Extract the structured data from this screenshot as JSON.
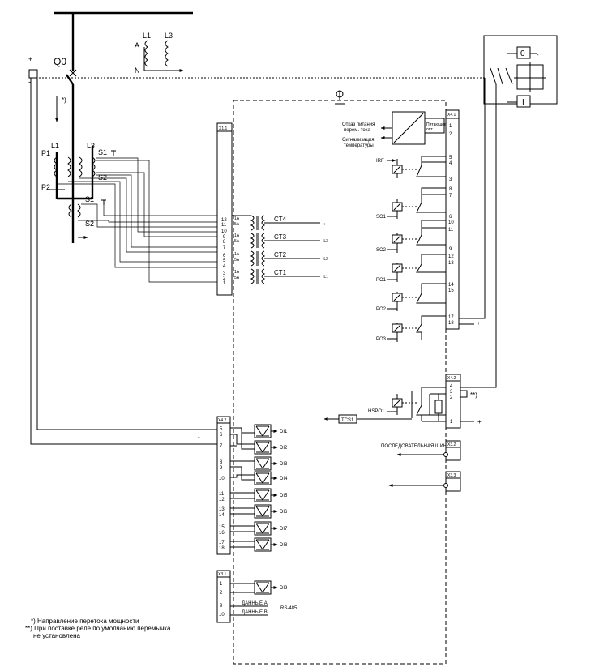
{
  "diagram": {
    "breaker_label": "Q0",
    "vt": {
      "l1": "L1",
      "l3": "L3",
      "a": "A",
      "n": "N"
    },
    "power_flow_mark": "*)",
    "ct_main": {
      "p1": "P1",
      "p2": "P2",
      "l1": "L1",
      "l3": "L3",
      "s1": "S1",
      "s2": "S2"
    },
    "ct_zero": {
      "s1": "S1",
      "s2": "S2"
    },
    "polarity": {
      "plus": "+",
      "minus": "-"
    },
    "switch": {
      "open_label": "0",
      "close_label": "I"
    },
    "x11": {
      "label": "X1.1",
      "pins": [
        "12",
        "11",
        "10",
        "9",
        "8",
        "7",
        "6",
        "5",
        "4",
        "3",
        "2",
        "1"
      ],
      "ratings": [
        {
          "a": "1A",
          "b": "5A"
        },
        {
          "a": "1A",
          "b": "5A"
        },
        {
          "a": "1A",
          "b": "5A"
        },
        {
          "a": "1A",
          "b": "5A"
        }
      ],
      "cts": [
        {
          "name": "CT4",
          "signal": "I₀"
        },
        {
          "name": "CT3",
          "signal": "IL3"
        },
        {
          "name": "CT2",
          "signal": "IL2"
        },
        {
          "name": "CT1",
          "signal": "IL1"
        }
      ]
    },
    "x41": {
      "label": "X4.1",
      "psu_label_1": "Отказ питания",
      "psu_label_2": "перем. тока",
      "temp_label_1": "Сигнализация",
      "temp_label_2": "температуры",
      "psu_box_1": "Питающее",
      "psu_box_2": "опт.",
      "pins": [
        "1",
        "2",
        "5",
        "4",
        "3",
        "8",
        "7",
        "6",
        "10",
        "11",
        "9",
        "12",
        "13",
        "14",
        "15",
        "17",
        "18"
      ],
      "relays": [
        "IRF",
        "SO1",
        "SO2",
        "PO1",
        "PO2",
        "PO3"
      ]
    },
    "x42_top": {
      "label": "X4.2",
      "pins": [
        "4",
        "3",
        "2",
        "1"
      ],
      "relay": "HSPO1",
      "tcs": "TCS1",
      "note": "**)"
    },
    "serial_bus": "ПОСЛЕДОВАТЕЛЬНАЯ ШИНА",
    "x32_label": "X3.2",
    "x33_label": "X3.3",
    "x42_di": {
      "label": "X4.2",
      "pins": [
        "5",
        "6",
        "7",
        "8",
        "9",
        "10",
        "11",
        "12",
        "13",
        "14",
        "15",
        "16",
        "17",
        "18"
      ],
      "inputs": [
        "DI1",
        "DI2",
        "DI3",
        "DI4",
        "DI5",
        "DI6",
        "DI7",
        "DI8"
      ]
    },
    "x31": {
      "label": "X3.1",
      "pins": [
        "1",
        "2",
        "9",
        "10"
      ],
      "input": "DI9",
      "data_a": "ДАННЫЕ A",
      "data_b": "ДАННЫЕ B",
      "bus": "RS-485"
    },
    "footnotes": [
      "*) Направление перетока мощности",
      "**) При поставке реле по умолчанию перемычка",
      "не установлена"
    ]
  }
}
